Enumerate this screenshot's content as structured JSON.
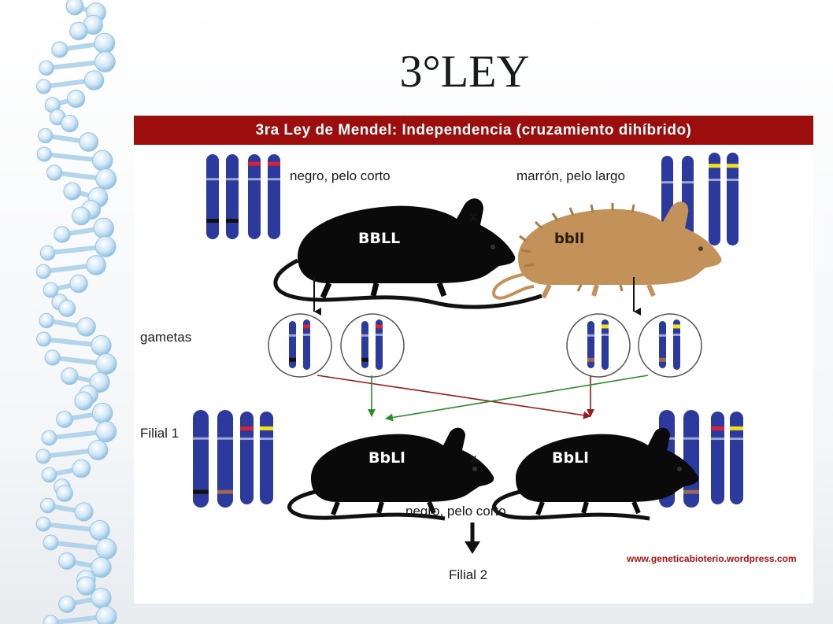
{
  "title": "3°LEY",
  "banner": "3ra Ley de Mendel: Independencia (cruzamiento dihíbrido)",
  "parents": {
    "left_label": "negro, pelo corto",
    "left_genotype": "BBLL",
    "right_label": "marrón, pelo largo",
    "right_genotype": "bbll",
    "cross": "x"
  },
  "gametes_label": "gametas",
  "filial1": {
    "label": "Filial 1",
    "left_genotype": "BbLl",
    "right_genotype": "BbLl",
    "cross": "x",
    "phenotype": "negro, pelo corto"
  },
  "filial2_label": "Filial 2",
  "website": "www.geneticabioterio.wordpress.com",
  "colors": {
    "banner": "#9c0d0d",
    "chromosome": "#2b3a9c",
    "black_allele": "#111111",
    "red_allele": "#d8213a",
    "yellow_allele": "#f2e01c",
    "brown_allele": "#9a6a55",
    "brown_mouse": "#c2925a",
    "red_arrow": "#9b1b1b",
    "green_arrow": "#2e8b2e"
  }
}
